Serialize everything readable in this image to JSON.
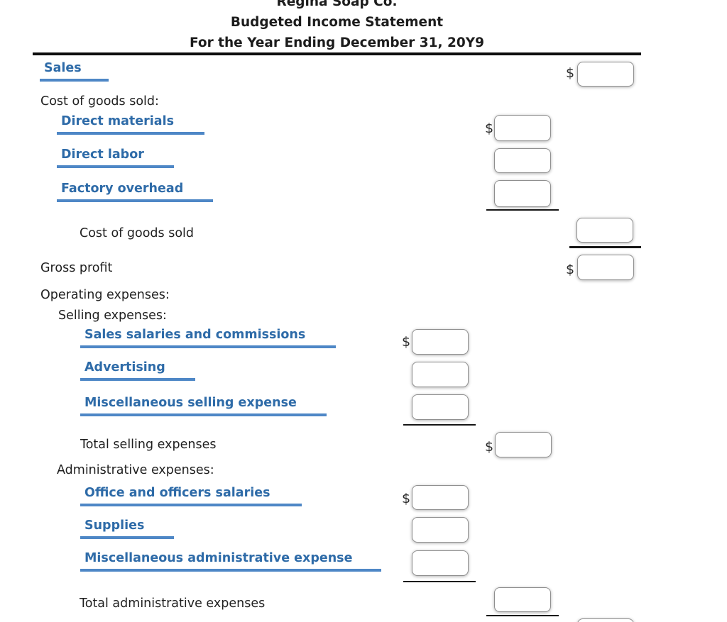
{
  "header": {
    "company": "Regina Soap Co.",
    "statement_title": "Budgeted Income Statement",
    "period": "For the Year Ending December 31, 20Y9"
  },
  "currency_symbol": "$",
  "labels": {
    "sales": "Sales",
    "cogs_section": "Cost of goods sold:",
    "direct_materials": "Direct materials",
    "direct_labor": "Direct labor",
    "factory_overhead": "Factory overhead",
    "cogs_total": "Cost of goods sold",
    "gross_profit": "Gross profit",
    "operating_expenses": "Operating expenses:",
    "selling_expenses": "Selling expenses:",
    "sales_salaries_and_commissions": "Sales salaries and commissions",
    "advertising": "Advertising",
    "miscellaneous_selling_expense": "Miscellaneous selling expense",
    "total_selling_expenses": "Total selling expenses",
    "administrative_expenses": "Administrative expenses:",
    "office_and_officers_salaries": "Office and officers salaries",
    "supplies": "Supplies",
    "miscellaneous_administrative_expense": "Miscellaneous administrative expense",
    "total_administrative_expenses": "Total administrative expenses"
  },
  "inputs": {
    "sales": "",
    "direct_materials": "",
    "direct_labor": "",
    "factory_overhead": "",
    "cogs_total": "",
    "gross_profit": "",
    "sales_salaries_and_commissions": "",
    "advertising": "",
    "miscellaneous_selling_expense": "",
    "total_selling_expenses": "",
    "office_and_officers_salaries": "",
    "supplies": "",
    "miscellaneous_administrative_expense": "",
    "total_administrative_expenses": "",
    "bottom_partial": ""
  },
  "colors": {
    "account_link_blue": "#2e6ba8",
    "account_underline_blue": "#4e87c6",
    "input_border_gray": "#8f8f8f"
  }
}
